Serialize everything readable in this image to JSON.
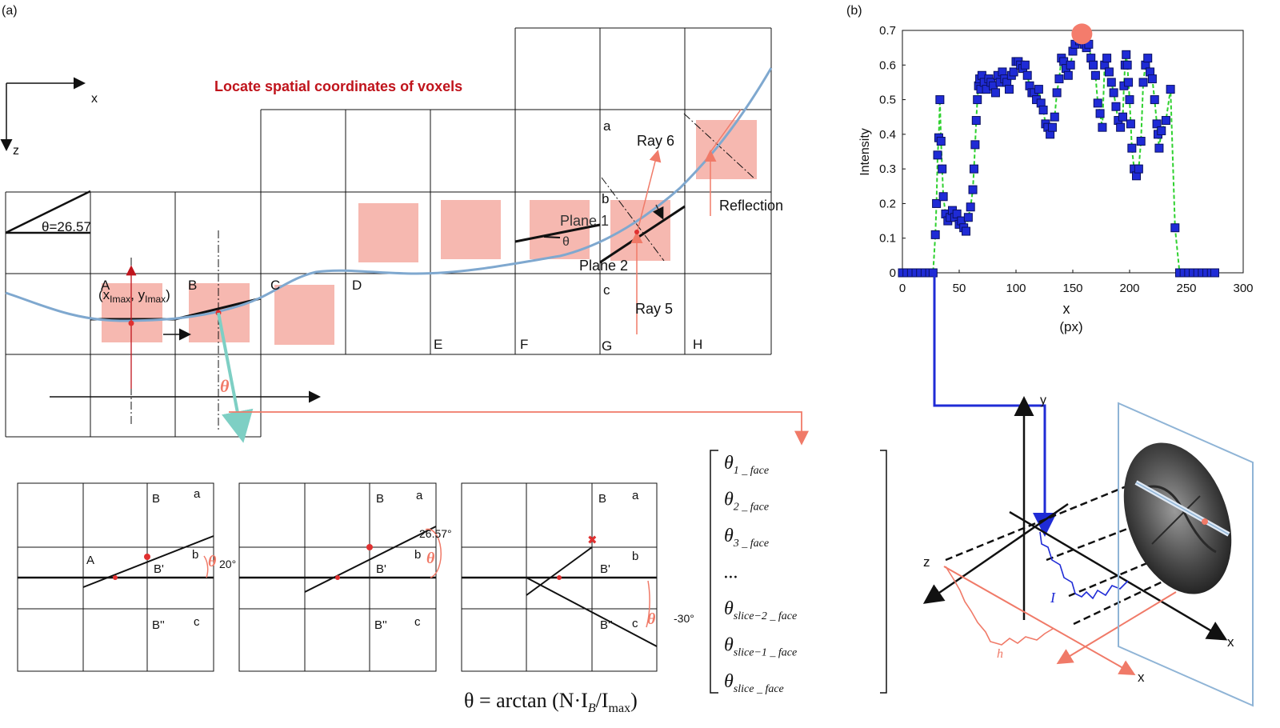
{
  "panels": {
    "a": "(a)",
    "b": "(b)"
  },
  "colors": {
    "grid": "#111111",
    "voxel": "#f6b8b0",
    "curve": "#7fa8cf",
    "accent_red": "#f07a68",
    "title_red": "#c0141c",
    "teal": "#7ecfc4",
    "blue": "#1f2bd6",
    "green": "#2ed12e",
    "peak": "#f47c6c"
  },
  "diagram_a": {
    "axis_x": "x",
    "axis_z": "z",
    "title": "Locate spatial coordinates of voxels",
    "theta_label": "θ=26.57",
    "coord_label_x": "(x",
    "coord_sub_x": "Imax",
    "coord_label_sep": ", y",
    "coord_sub_y": "Imax",
    "coord_close": ")",
    "letters": [
      "A",
      "B",
      "C",
      "D",
      "E",
      "F",
      "G",
      "H"
    ],
    "sublabels": [
      "a",
      "b",
      "c"
    ],
    "ray6": "Ray 6",
    "ray5": "Ray 5",
    "reflection": "Reflection",
    "plane1": "Plane 1",
    "plane2": "Plane 2",
    "theta_small": "θ",
    "theta_big": "θ"
  },
  "small_panels": {
    "p1": {
      "B": "B",
      "a": "a",
      "A": "A",
      "b": "b",
      "Bp": "B'",
      "Bpp": "B''",
      "c": "c",
      "angle": "20°",
      "theta": "θ"
    },
    "p2": {
      "B": "B",
      "a": "a",
      "b": "b",
      "Bp": "B'",
      "Bpp": "B''",
      "c": "c",
      "angle": "26.57°",
      "theta": "θ"
    },
    "p3": {
      "B": "B",
      "a": "a",
      "b": "b",
      "Bp": "B'",
      "Bpp": "B''",
      "c": "c",
      "angle": "-30°",
      "theta": "θ"
    },
    "formula_main": "θ = arctan  (N·I",
    "formula_sub1": "B",
    "formula_mid": "/I",
    "formula_sub2": "max",
    "formula_close": ")"
  },
  "matrix": {
    "rows": [
      {
        "sym": "θ",
        "sub": "1 _ face"
      },
      {
        "sym": "θ",
        "sub": "2 _ face"
      },
      {
        "sym": "θ",
        "sub": "3 _ face"
      },
      {
        "sym": "...",
        "sub": ""
      },
      {
        "sym": "θ",
        "sub": "slice−2 _ face"
      },
      {
        "sym": "θ",
        "sub": "slice−1 _ face"
      },
      {
        "sym": "θ",
        "sub": "slice _ face"
      }
    ]
  },
  "chart_data": {
    "type": "scatter",
    "title": "",
    "xlabel": "x",
    "xunit": "(px)",
    "ylabel": "Intensity",
    "xlim": [
      0,
      300
    ],
    "ylim": [
      0,
      0.7
    ],
    "xticks": [
      0,
      50,
      100,
      150,
      200,
      250,
      300
    ],
    "yticks": [
      0,
      0.1,
      0.2,
      0.3,
      0.4,
      0.5,
      0.6,
      0.7
    ],
    "peak": {
      "x": 158,
      "y": 0.69
    },
    "x": [
      0,
      4,
      8,
      12,
      16,
      20,
      24,
      27,
      29,
      30,
      31,
      32,
      33,
      34,
      35,
      36,
      38,
      40,
      42,
      44,
      46,
      48,
      50,
      52,
      54,
      56,
      58,
      60,
      62,
      63,
      64,
      65,
      66,
      67,
      68,
      69,
      70,
      72,
      74,
      76,
      78,
      80,
      82,
      84,
      86,
      88,
      90,
      92,
      94,
      96,
      98,
      100,
      102,
      104,
      106,
      108,
      110,
      112,
      114,
      116,
      118,
      120,
      122,
      124,
      126,
      128,
      130,
      132,
      134,
      136,
      138,
      140,
      142,
      144,
      146,
      148,
      150,
      152,
      154,
      156,
      158,
      160,
      162,
      164,
      166,
      168,
      170,
      172,
      174,
      176,
      178,
      180,
      182,
      184,
      186,
      188,
      190,
      192,
      194,
      195,
      196,
      197,
      198,
      199,
      200,
      201,
      202,
      204,
      206,
      208,
      210,
      212,
      214,
      216,
      218,
      220,
      222,
      224,
      225,
      226,
      228,
      232,
      236,
      240,
      244,
      248,
      252,
      256,
      260,
      264,
      268,
      272,
      275
    ],
    "y": [
      0,
      0,
      0,
      0,
      0,
      0,
      0,
      0,
      0.11,
      0.2,
      0.34,
      0.39,
      0.5,
      0.38,
      0.3,
      0.22,
      0.17,
      0.15,
      0.16,
      0.18,
      0.16,
      0.17,
      0.14,
      0.15,
      0.13,
      0.12,
      0.16,
      0.19,
      0.24,
      0.3,
      0.37,
      0.44,
      0.5,
      0.54,
      0.56,
      0.53,
      0.57,
      0.55,
      0.53,
      0.56,
      0.55,
      0.54,
      0.52,
      0.57,
      0.55,
      0.58,
      0.56,
      0.55,
      0.53,
      0.57,
      0.58,
      0.61,
      0.61,
      0.6,
      0.59,
      0.6,
      0.57,
      0.54,
      0.52,
      0.52,
      0.5,
      0.53,
      0.49,
      0.47,
      0.43,
      0.42,
      0.4,
      0.42,
      0.45,
      0.52,
      0.56,
      0.62,
      0.61,
      0.59,
      0.57,
      0.6,
      0.64,
      0.66,
      0.69,
      0.67,
      0.68,
      0.66,
      0.65,
      0.66,
      0.62,
      0.6,
      0.57,
      0.49,
      0.46,
      0.42,
      0.6,
      0.62,
      0.58,
      0.55,
      0.52,
      0.48,
      0.44,
      0.42,
      0.45,
      0.54,
      0.6,
      0.63,
      0.6,
      0.55,
      0.5,
      0.43,
      0.36,
      0.3,
      0.28,
      0.3,
      0.38,
      0.55,
      0.6,
      0.62,
      0.58,
      0.56,
      0.5,
      0.43,
      0.4,
      0.36,
      0.41,
      0.44,
      0.53,
      0.13,
      0,
      0,
      0,
      0,
      0,
      0,
      0,
      0,
      0,
      0,
      0
    ]
  },
  "axes3d": {
    "y": "y",
    "z": "z",
    "x": "x",
    "I": "I",
    "h": "h",
    "x2": "x"
  }
}
